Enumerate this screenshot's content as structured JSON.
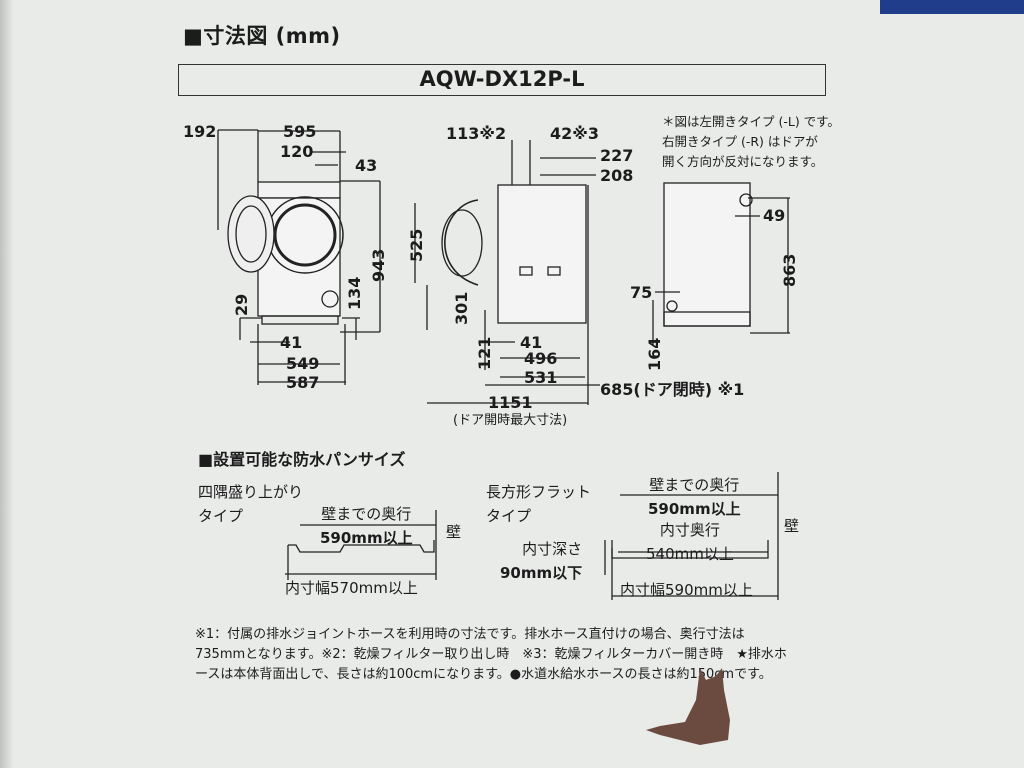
{
  "title": "■寸法図 (mm)",
  "model": "AQW-DX12P-L",
  "note": [
    "＊図は左開きタイプ (-L) です。",
    "右開きタイプ (-R) はドアが",
    "開く方向が反対になります。"
  ],
  "front": {
    "d192": "192",
    "d595": "595",
    "d120": "120",
    "d43": "43",
    "d943": "943",
    "d134": "134",
    "d29": "29",
    "d41": "41",
    "d549": "549",
    "d587": "587"
  },
  "side": {
    "d113": "113※2",
    "d42": "42※3",
    "d227": "227",
    "d208": "208",
    "d525": "525",
    "d301": "301",
    "d121": "121",
    "d41": "41",
    "d496": "496",
    "d531": "531",
    "d685": "685(ドア閉時) ※1",
    "d1151": "1151",
    "d1151_note": "(ドア開時最大寸法)"
  },
  "back": {
    "d49": "49",
    "d863": "863",
    "d75": "75",
    "d164": "164"
  },
  "pan": {
    "heading": "■設置可能な防水パンサイズ",
    "type1": {
      "name": [
        "四隅盛り上がり",
        "タイプ"
      ],
      "depth": [
        "壁までの奥行",
        "590mm以上"
      ],
      "wall": "壁",
      "width": "内寸幅570mm以上"
    },
    "type2": {
      "name": [
        "長方形フラット",
        "タイプ"
      ],
      "depth": [
        "壁までの奥行",
        "590mm以上"
      ],
      "inner": [
        "内寸奥行",
        "540mm以上"
      ],
      "innerDepth": [
        "内寸深さ",
        "90mm以下"
      ],
      "wall": "壁",
      "width": "内寸幅590mm以上"
    }
  },
  "footnotes": [
    "※1：付属の排水ジョイントホースを利用時の寸法です。排水ホース直付けの場合、奥行寸法は",
    "735mmとなります。※2：乾燥フィルター取り出し時　※3：乾燥フィルターカバー開き時　★排水ホ",
    "ースは本体背面出しで、長さは約100cmになります。●水道水給水ホースの長さは約150cmです。"
  ],
  "colors": {
    "background": "#e9ebe9",
    "ink": "#1c1c1c",
    "topbar": "#1f3d8a",
    "cat": "#6b4a3f"
  }
}
